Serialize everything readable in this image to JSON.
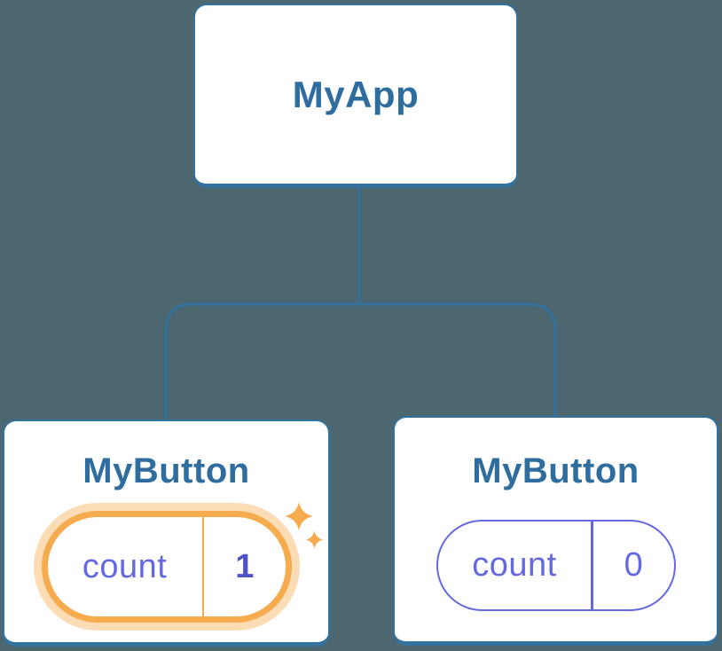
{
  "diagram": {
    "root": {
      "title": "MyApp"
    },
    "children": [
      {
        "title": "MyButton",
        "state": {
          "label": "count",
          "value": "1"
        },
        "highlighted": true
      },
      {
        "title": "MyButton",
        "state": {
          "label": "count",
          "value": "0"
        },
        "highlighted": false
      }
    ]
  },
  "icons": {
    "highlight_sparkle_large": "sparkle-icon",
    "highlight_sparkle_small": "sparkle-icon"
  },
  "colors": {
    "background": "#4C6770",
    "box_border_blue": "#33719F",
    "title_text_blue": "#2F6D9E",
    "connector_blue": "#33719F",
    "state_indigo": "#6569E0",
    "state_value_bold_indigo": "#5053C6",
    "highlight_orange": "#F5AB4E",
    "box_bg": "#FFFFFF"
  }
}
